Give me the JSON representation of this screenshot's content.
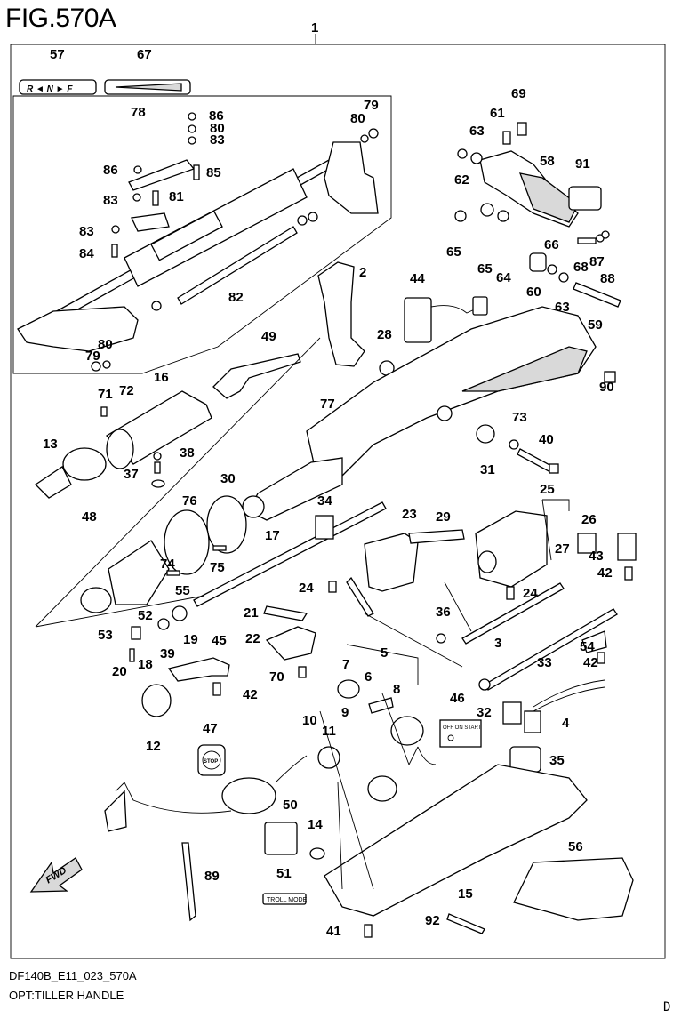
{
  "figure": {
    "title": "FIG.570A",
    "footer_code": "DF140B_E11_023_570A",
    "footer_desc": "OPT:TILLER HANDLE",
    "page_letter": "D"
  },
  "decals": {
    "shift_decal_text": "R ◄ N ► F",
    "switch_decal_text": "OFF  ON START",
    "stop_text": "STOP",
    "troll_text": "TROLL MODE",
    "fwd_text": "FWD"
  },
  "callouts": [
    {
      "id": "c1",
      "text": "1"
    },
    {
      "id": "c2",
      "text": "2"
    },
    {
      "id": "c3",
      "text": "3"
    },
    {
      "id": "c4",
      "text": "4"
    },
    {
      "id": "c5",
      "text": "5"
    },
    {
      "id": "c6",
      "text": "6"
    },
    {
      "id": "c7",
      "text": "7"
    },
    {
      "id": "c8",
      "text": "8"
    },
    {
      "id": "c9",
      "text": "9"
    },
    {
      "id": "c10",
      "text": "10"
    },
    {
      "id": "c11",
      "text": "11"
    },
    {
      "id": "c12",
      "text": "12"
    },
    {
      "id": "c13",
      "text": "13"
    },
    {
      "id": "c14",
      "text": "14"
    },
    {
      "id": "c15",
      "text": "15"
    },
    {
      "id": "c16",
      "text": "16"
    },
    {
      "id": "c17",
      "text": "17"
    },
    {
      "id": "c18",
      "text": "18"
    },
    {
      "id": "c19",
      "text": "19"
    },
    {
      "id": "c20",
      "text": "20"
    },
    {
      "id": "c21",
      "text": "21"
    },
    {
      "id": "c22",
      "text": "22"
    },
    {
      "id": "c23",
      "text": "23"
    },
    {
      "id": "c24a",
      "text": "24"
    },
    {
      "id": "c24b",
      "text": "24"
    },
    {
      "id": "c25",
      "text": "25"
    },
    {
      "id": "c26",
      "text": "26"
    },
    {
      "id": "c27",
      "text": "27"
    },
    {
      "id": "c28",
      "text": "28"
    },
    {
      "id": "c29",
      "text": "29"
    },
    {
      "id": "c30",
      "text": "30"
    },
    {
      "id": "c31",
      "text": "31"
    },
    {
      "id": "c32",
      "text": "32"
    },
    {
      "id": "c33",
      "text": "33"
    },
    {
      "id": "c34",
      "text": "34"
    },
    {
      "id": "c35",
      "text": "35"
    },
    {
      "id": "c36",
      "text": "36"
    },
    {
      "id": "c37",
      "text": "37"
    },
    {
      "id": "c38",
      "text": "38"
    },
    {
      "id": "c39",
      "text": "39"
    },
    {
      "id": "c40",
      "text": "40"
    },
    {
      "id": "c41",
      "text": "41"
    },
    {
      "id": "c42a",
      "text": "42"
    },
    {
      "id": "c42b",
      "text": "42"
    },
    {
      "id": "c42c",
      "text": "42"
    },
    {
      "id": "c43",
      "text": "43"
    },
    {
      "id": "c44",
      "text": "44"
    },
    {
      "id": "c45",
      "text": "45"
    },
    {
      "id": "c46",
      "text": "46"
    },
    {
      "id": "c47",
      "text": "47"
    },
    {
      "id": "c48",
      "text": "48"
    },
    {
      "id": "c49",
      "text": "49"
    },
    {
      "id": "c50",
      "text": "50"
    },
    {
      "id": "c51",
      "text": "51"
    },
    {
      "id": "c52",
      "text": "52"
    },
    {
      "id": "c53",
      "text": "53"
    },
    {
      "id": "c54",
      "text": "54"
    },
    {
      "id": "c55",
      "text": "55"
    },
    {
      "id": "c56",
      "text": "56"
    },
    {
      "id": "c57",
      "text": "57"
    },
    {
      "id": "c58",
      "text": "58"
    },
    {
      "id": "c59",
      "text": "59"
    },
    {
      "id": "c60",
      "text": "60"
    },
    {
      "id": "c61",
      "text": "61"
    },
    {
      "id": "c62",
      "text": "62"
    },
    {
      "id": "c63a",
      "text": "63"
    },
    {
      "id": "c63b",
      "text": "63"
    },
    {
      "id": "c64",
      "text": "64"
    },
    {
      "id": "c65a",
      "text": "65"
    },
    {
      "id": "c65b",
      "text": "65"
    },
    {
      "id": "c66",
      "text": "66"
    },
    {
      "id": "c67",
      "text": "67"
    },
    {
      "id": "c68",
      "text": "68"
    },
    {
      "id": "c69",
      "text": "69"
    },
    {
      "id": "c70",
      "text": "70"
    },
    {
      "id": "c71",
      "text": "71"
    },
    {
      "id": "c72",
      "text": "72"
    },
    {
      "id": "c73",
      "text": "73"
    },
    {
      "id": "c74",
      "text": "74"
    },
    {
      "id": "c75",
      "text": "75"
    },
    {
      "id": "c76",
      "text": "76"
    },
    {
      "id": "c77",
      "text": "77"
    },
    {
      "id": "c78",
      "text": "78"
    },
    {
      "id": "c79a",
      "text": "79"
    },
    {
      "id": "c79b",
      "text": "79"
    },
    {
      "id": "c80a",
      "text": "80"
    },
    {
      "id": "c80b",
      "text": "80"
    },
    {
      "id": "c80c",
      "text": "80"
    },
    {
      "id": "c81",
      "text": "81"
    },
    {
      "id": "c82",
      "text": "82"
    },
    {
      "id": "c83a",
      "text": "83"
    },
    {
      "id": "c83b",
      "text": "83"
    },
    {
      "id": "c83c",
      "text": "83"
    },
    {
      "id": "c84",
      "text": "84"
    },
    {
      "id": "c85",
      "text": "85"
    },
    {
      "id": "c86a",
      "text": "86"
    },
    {
      "id": "c86b",
      "text": "86"
    },
    {
      "id": "c87",
      "text": "87"
    },
    {
      "id": "c88",
      "text": "88"
    },
    {
      "id": "c89",
      "text": "89"
    },
    {
      "id": "c90",
      "text": "90"
    },
    {
      "id": "c91",
      "text": "91"
    },
    {
      "id": "c92",
      "text": "92"
    }
  ]
}
